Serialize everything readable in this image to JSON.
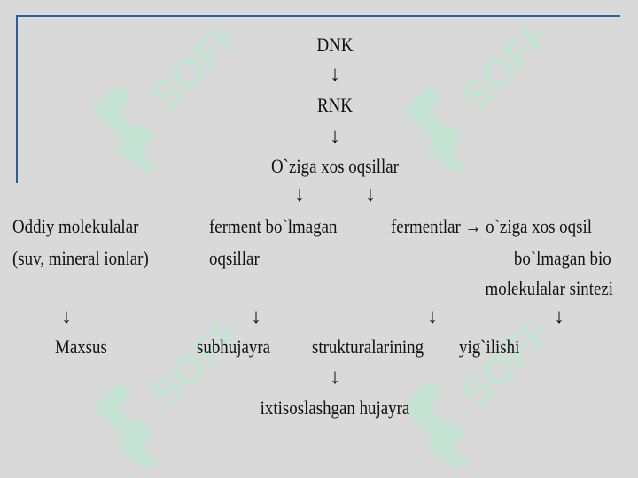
{
  "watermark": {
    "text": "SOFF",
    "color": "#b8eecf"
  },
  "colors": {
    "background": "#d9d9d9",
    "frame": "#2a5fa8"
  },
  "diagram": {
    "dnk": "DNK",
    "rnk": "RNK",
    "specific_proteins": "O`ziga xos oqsillar",
    "simple_molecules_line1": "Oddiy molekulalar",
    "simple_molecules_line2": "(suv, mineral ionlar)",
    "nonenzymatic_line1": "ferment bo`lmagan",
    "nonenzymatic_line2": "oqsillar",
    "enzymes_line1": "fermentlar → o`ziga xos oqsil",
    "enzymes_line2": "bo`lmagan bio",
    "enzymes_line3": "molekulalar sintezi",
    "maxsus": "Maxsus",
    "subhujayra": "subhujayra",
    "strukturalarining": "strukturalarining",
    "yigilishi": "yig`ilishi",
    "result": "ixtisoslashgan hujayra",
    "arrow": "↓"
  }
}
